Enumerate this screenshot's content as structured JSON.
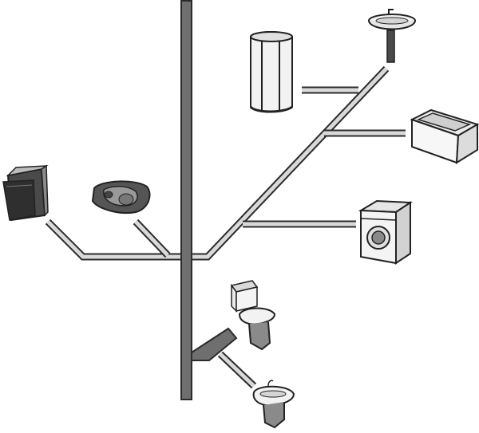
{
  "diagram": {
    "kind": "sewer-drainage-scheme",
    "colors": {
      "riser": "#6f6f6f",
      "riser_outline": "#2b2b2b",
      "branch_fill": "#d9d9d9",
      "branch_outline": "#2b2b2b",
      "fixture_light": "#f2f2f2",
      "fixture_dark": "#4a4a4a"
    },
    "fixtures": [
      {
        "id": "dishwasher",
        "icon": "dishwasher-icon"
      },
      {
        "id": "floor-toilet",
        "icon": "squat-toilet-icon"
      },
      {
        "id": "shower-cabin",
        "icon": "shower-cabin-icon"
      },
      {
        "id": "washbasin",
        "icon": "washbasin-icon"
      },
      {
        "id": "bathtub",
        "icon": "bathtub-icon"
      },
      {
        "id": "washing-machine",
        "icon": "washing-machine-icon"
      },
      {
        "id": "toilet",
        "icon": "toilet-icon"
      },
      {
        "id": "bidet",
        "icon": "bidet-icon"
      }
    ]
  }
}
